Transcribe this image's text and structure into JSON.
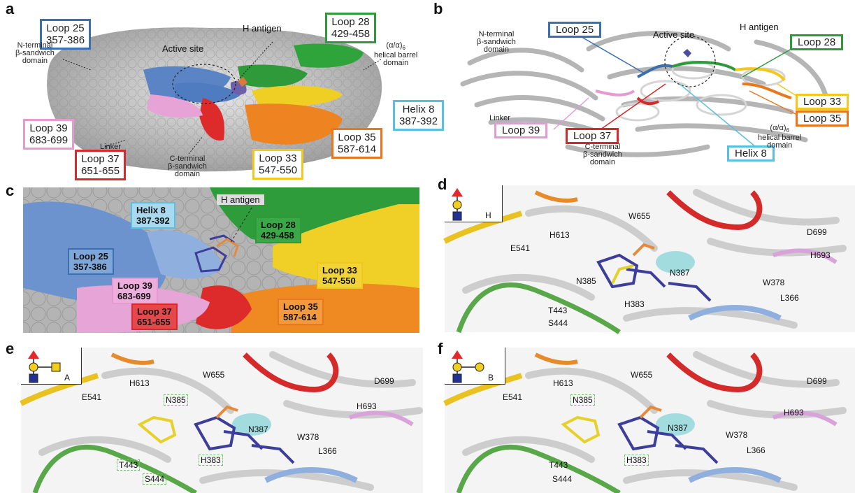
{
  "panels": {
    "a": {
      "label": "a",
      "boxes": [
        {
          "id": "loop25",
          "line1": "Loop 25",
          "line2": "357-386",
          "color": "#3a6fb0"
        },
        {
          "id": "loop28",
          "line1": "Loop 28",
          "line2": "429-458",
          "color": "#2e9a3a"
        },
        {
          "id": "helix8",
          "line1": "Helix 8",
          "line2": "387-392",
          "color": "#5bbfe0"
        },
        {
          "id": "loop39",
          "line1": "Loop 39",
          "line2": "683-699",
          "color": "#e69ad2"
        },
        {
          "id": "loop35",
          "line1": "Loop 35",
          "line2": "587-614",
          "color": "#e8781e"
        },
        {
          "id": "loop37",
          "line1": "Loop 37",
          "line2": "651-655",
          "color": "#d8282a"
        },
        {
          "id": "loop33",
          "line1": "Loop 33",
          "line2": "547-550",
          "color": "#f0c81e"
        }
      ],
      "annotations": {
        "h_antigen": "H antigen",
        "active_site": "Active site",
        "n_terminal_1": "N-terminal",
        "n_terminal_2": "β-sandwich",
        "n_terminal_3": "domain",
        "helical_1": "(α/α)",
        "helical_sub": "6",
        "helical_2": "helical barrel",
        "helical_3": "domain",
        "linker": "Linker",
        "c_terminal_1": "C-terminal",
        "c_terminal_2": "β-sandwich",
        "c_terminal_3": "domain"
      }
    },
    "b": {
      "label": "b",
      "boxes": [
        {
          "id": "loop25",
          "text": "Loop 25",
          "color": "#3a6fb0"
        },
        {
          "id": "loop28",
          "text": "Loop 28",
          "color": "#2e9a3a"
        },
        {
          "id": "loop33",
          "text": "Loop 33",
          "color": "#f0c81e"
        },
        {
          "id": "loop35",
          "text": "Loop 35",
          "color": "#e8781e"
        },
        {
          "id": "loop39",
          "text": "Loop 39",
          "color": "#e69ad2"
        },
        {
          "id": "loop37",
          "text": "Loop 37",
          "color": "#d8282a"
        },
        {
          "id": "helix8",
          "text": "Helix 8",
          "color": "#5bbfe0"
        }
      ],
      "annotations": {
        "h_antigen": "H antigen",
        "active_site": "Active site",
        "n_terminal_1": "N-terminal",
        "n_terminal_2": "β-sandwich",
        "n_terminal_3": "domain",
        "helical_1": "(α/α)",
        "helical_sub": "6",
        "helical_2": "helical barrel",
        "helical_3": "domain",
        "linker": "Linker",
        "c_terminal_1": "C-terminal",
        "c_terminal_2": "β-sandwich",
        "c_terminal_3": "domain"
      }
    },
    "c": {
      "label": "c",
      "h_antigen": "H antigen",
      "boxes": [
        {
          "id": "helix8",
          "line1": "Helix 8",
          "line2": "387-392",
          "color": "#5bbfe0",
          "bg": "#a9d9ee"
        },
        {
          "id": "loop28",
          "line1": "Loop 28",
          "line2": "429-458",
          "color": "#2e9a3a",
          "bg": "#3aa846"
        },
        {
          "id": "loop25",
          "line1": "Loop 25",
          "line2": "357-386",
          "color": "#3a6fb0",
          "bg": "#7fa6d8"
        },
        {
          "id": "loop33",
          "line1": "Loop 33",
          "line2": "547-550",
          "color": "#f0c81e",
          "bg": "#f3d33a"
        },
        {
          "id": "loop39",
          "line1": "Loop 39",
          "line2": "683-699",
          "color": "#e69ad2",
          "bg": "#eeaedd"
        },
        {
          "id": "loop37",
          "line1": "Loop 37",
          "line2": "651-655",
          "color": "#d8282a",
          "bg": "#e5484a"
        },
        {
          "id": "loop35",
          "line1": "Loop 35",
          "line2": "587-614",
          "color": "#e8781e",
          "bg": "#f39a3e"
        }
      ]
    },
    "d": {
      "label": "d",
      "legend": "H",
      "residues": {
        "h613": "H613",
        "w655": "W655",
        "d699": "D699",
        "e541": "E541",
        "h693": "H693",
        "n387": "N387",
        "n385": "N385",
        "w378": "W378",
        "l366": "L366",
        "t443": "T443",
        "h383": "H383",
        "s444": "S444"
      }
    },
    "e": {
      "label": "e",
      "legend": "A",
      "residues": {
        "h613": "H613",
        "w655": "W655",
        "d699": "D699",
        "e541": "E541",
        "n385": "N385",
        "h693": "H693",
        "n387": "N387",
        "w378": "W378",
        "l366": "L366",
        "t443": "T443",
        "h383": "H383",
        "s444": "S444"
      }
    },
    "f": {
      "label": "f",
      "legend": "B",
      "residues": {
        "h613": "H613",
        "w655": "W655",
        "d699": "D699",
        "e541": "E541",
        "n385": "N385",
        "h693": "H693",
        "n387": "N387",
        "w378": "W378",
        "l366": "L366",
        "t443": "T443",
        "h383": "H383",
        "s444": "S444"
      }
    }
  }
}
